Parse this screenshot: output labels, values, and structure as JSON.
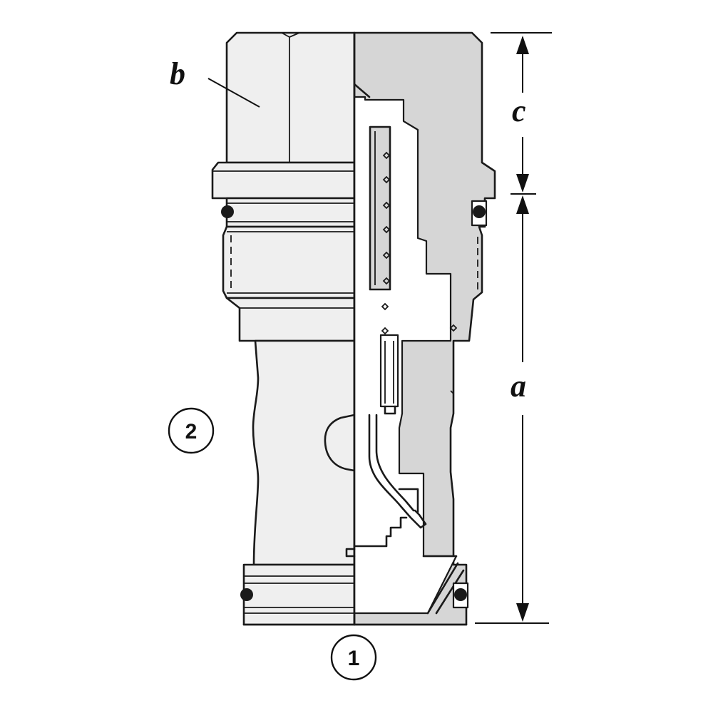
{
  "labels": {
    "a": "a",
    "b": "b",
    "c": "c",
    "port_1": "1",
    "port_2": "2"
  },
  "colors": {
    "exterior_fill": "#efefef",
    "section_fill": "#d6d6d6",
    "line": "#1a1a1a"
  }
}
